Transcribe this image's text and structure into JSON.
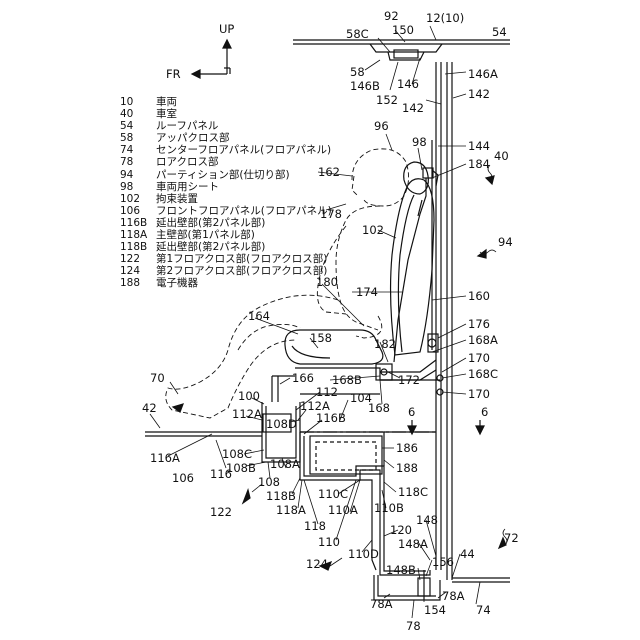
{
  "legend": [
    {
      "num": "10",
      "text": "車両"
    },
    {
      "num": "40",
      "text": "車室"
    },
    {
      "num": "54",
      "text": "ルーフパネル"
    },
    {
      "num": "58",
      "text": "アッパクロス部"
    },
    {
      "num": "74",
      "text": "センターフロアパネル(フロアパネル)"
    },
    {
      "num": "78",
      "text": "ロアクロス部"
    },
    {
      "num": "94",
      "text": "パーティション部(仕切り部)"
    },
    {
      "num": "98",
      "text": "車両用シート"
    },
    {
      "num": "102",
      "text": "拘束装置"
    },
    {
      "num": "106",
      "text": "フロントフロアパネル(フロアパネル)"
    },
    {
      "num": "116B",
      "text": "延出壁部(第2パネル部)"
    },
    {
      "num": "118A",
      "text": "主壁部(第1パネル部)"
    },
    {
      "num": "118B",
      "text": "延出壁部(第2パネル部)"
    },
    {
      "num": "122",
      "text": "第1フロアクロス部(フロアクロス部)"
    },
    {
      "num": "124",
      "text": "第2フロアクロス部(フロアクロス部)"
    },
    {
      "num": "188",
      "text": "電子機器"
    }
  ],
  "directions": {
    "up": "UP",
    "front": "FR"
  },
  "labels": {
    "l92": "92",
    "l12": "12(10)",
    "l58C": "58C",
    "l150": "150",
    "l54": "54",
    "l58": "58",
    "l146": "146",
    "l146A": "146A",
    "l146B": "146B",
    "l152": "152",
    "l142a": "142",
    "l142b": "142",
    "l96": "96",
    "l98": "98",
    "l144": "144",
    "l184": "184",
    "l40": "40",
    "l162": "162",
    "l178": "178",
    "l102": "102",
    "l94": "94",
    "l174": "174",
    "l180": "180",
    "l160": "160",
    "l164": "164",
    "l176": "176",
    "l158": "158",
    "l182": "182",
    "l168A": "168A",
    "l170a": "170",
    "l172": "172",
    "l168C": "168C",
    "l166": "166",
    "l168B": "168B",
    "l70": "70",
    "l100": "100",
    "l112": "112",
    "l170b": "170",
    "l104": "104",
    "l168": "168",
    "l112A": "112A",
    "l112Ab": "112A",
    "l42": "42",
    "l108D": "108D",
    "l116B": "116B",
    "l6a": "6",
    "l6b": "6",
    "l186": "186",
    "l116A": "116A",
    "l108C": "108C",
    "l108B": "108B",
    "l108A": "108A",
    "l116": "116",
    "l106": "106",
    "l188": "188",
    "l108": "108",
    "l118B": "118B",
    "l110C": "110C",
    "l118C": "118C",
    "l122": "122",
    "l118A": "118A",
    "l110A": "110A",
    "l110B": "110B",
    "l118": "118",
    "l120": "120",
    "l148": "148",
    "l110": "110",
    "l148A": "148A",
    "l72": "72",
    "l124": "124",
    "l110D": "110D",
    "l44": "44",
    "l156": "156",
    "l148B": "148B",
    "l78Aa": "78A",
    "l78Ab": "78A",
    "l154": "154",
    "l74": "74",
    "l78": "78"
  }
}
